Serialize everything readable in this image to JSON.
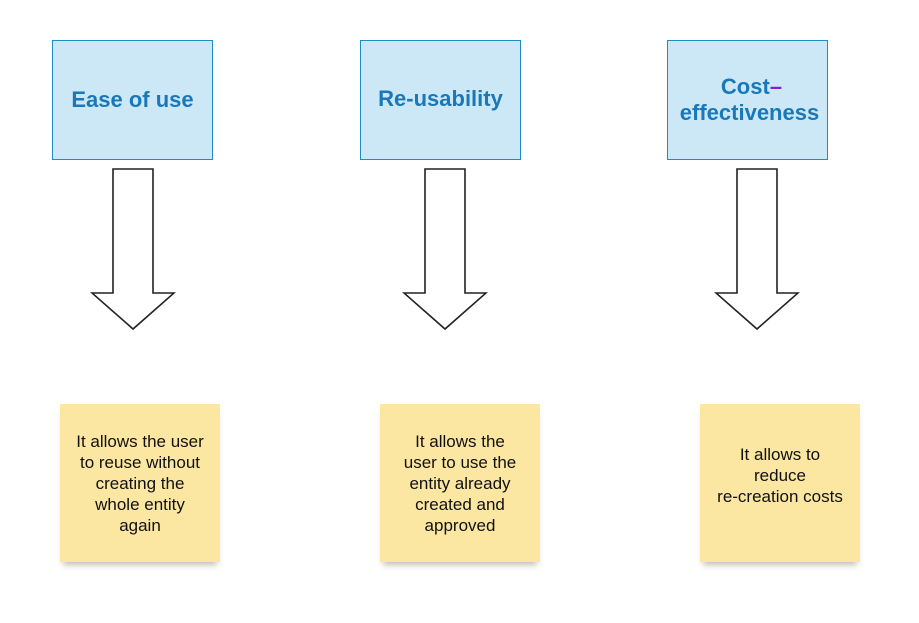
{
  "columns": [
    {
      "heading": "Ease of use",
      "note": "It allows the user\nto reuse without\ncreating the\nwhole entity\nagain"
    },
    {
      "heading": "Re-usability",
      "note": "It allows the\nuser to use the\nentity already\ncreated and\napproved"
    },
    {
      "heading_main": "Cost",
      "heading_dash": "–",
      "heading_second": "effectiveness",
      "note": "It allows to\nreduce\nre-creation costs"
    }
  ],
  "colors": {
    "box_fill": "#cce8f7",
    "box_border": "#1f8bc7",
    "heading_text": "#1a78b8",
    "dash": "#8a1fc7",
    "note_fill": "#fbe6a2"
  }
}
